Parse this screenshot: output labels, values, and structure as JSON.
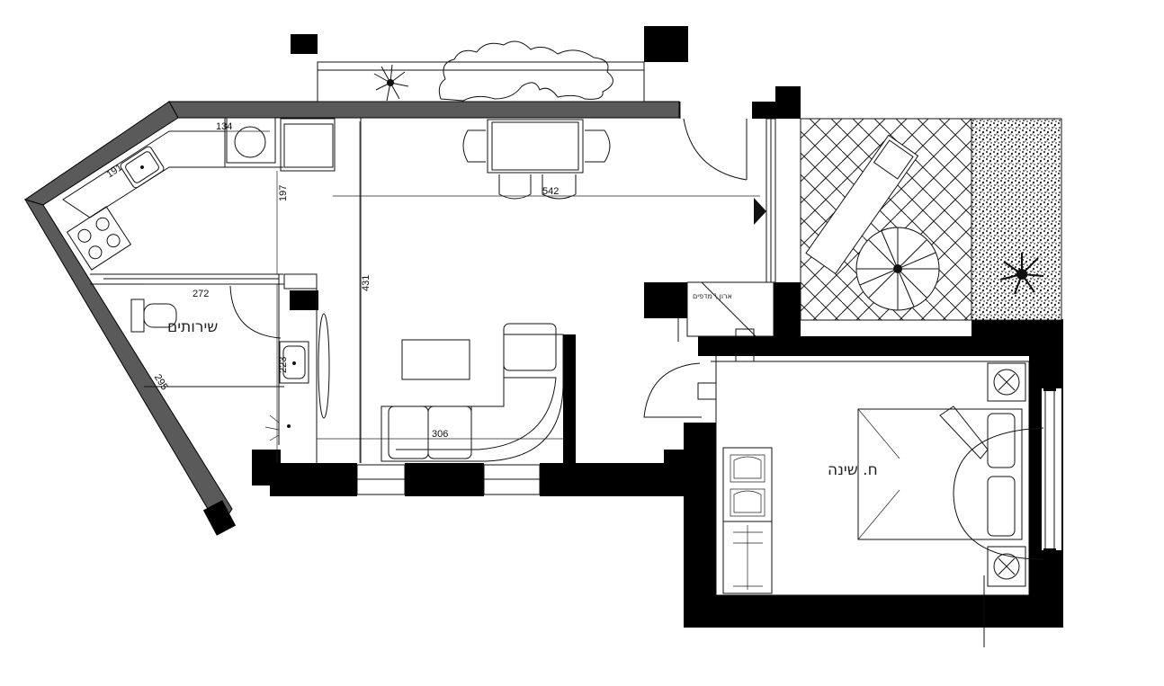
{
  "rooms": {
    "service_label": "שירותים",
    "bedroom_label": "ח. שינה",
    "closet_label": "ארון \\ מדפים"
  },
  "dimensions": {
    "d134": "134",
    "d191": "191",
    "d197": "197",
    "d272": "272",
    "d223": "223",
    "d295": "295",
    "d431": "431",
    "d542": "542",
    "d306": "306"
  },
  "colors": {
    "wall": "#000000",
    "grey_wall": "#5a5a5a",
    "line": "#111111"
  }
}
